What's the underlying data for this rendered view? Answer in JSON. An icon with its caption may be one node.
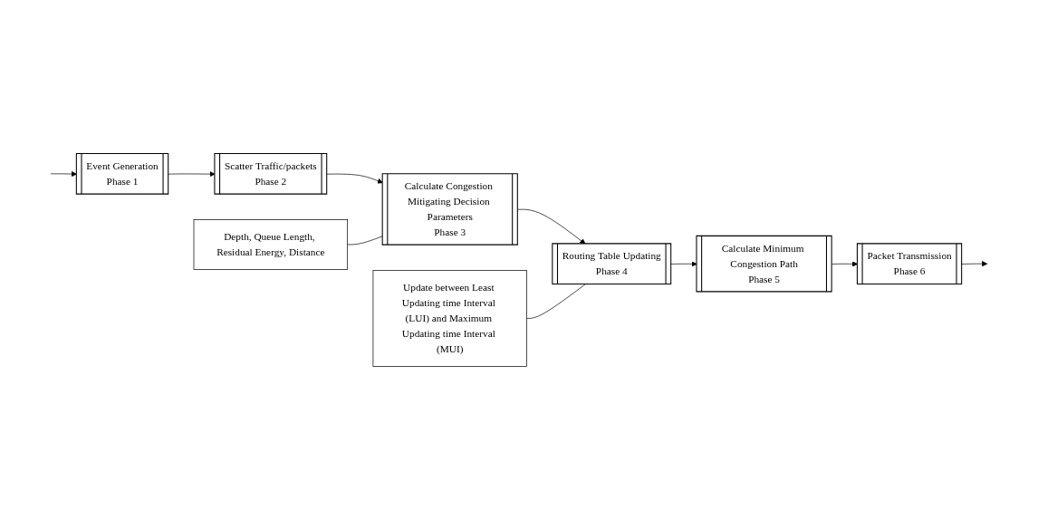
{
  "diagram": {
    "nodes": [
      {
        "text": [
          "Event Generation",
          "Phase 1"
        ]
      },
      {
        "text": [
          "Scatter Traffic/packets",
          "Phase 2"
        ]
      },
      {
        "text": [
          "Calculate Congestion Mitigating Decision Parameters",
          "Phase 3"
        ]
      },
      {
        "text": [
          "Routing Table Updating",
          "Phase 4"
        ]
      },
      {
        "text": [
          "Calculate Minimum Congestion Path",
          "Phase 5"
        ]
      },
      {
        "text": [
          "Packet Transmission",
          "Phase 6"
        ]
      },
      {
        "text": [
          "Depth, Queue Length, Residual Energy, Distance"
        ]
      },
      {
        "text": [
          "Update between Least Updating time Interval (LUI) and Maximum Updating time Interval (MUI)"
        ]
      }
    ],
    "edges": [
      {
        "from": null,
        "to": 0,
        "arrow": "to"
      },
      {
        "from": 0,
        "to": 1,
        "arrow": "to"
      },
      {
        "from": 1,
        "to": 2,
        "arrow": "to"
      },
      {
        "from": 2,
        "to": 3,
        "arrow": "to"
      },
      {
        "from": 3,
        "to": 4,
        "arrow": "to"
      },
      {
        "from": 4,
        "to": 5,
        "arrow": "to"
      },
      {
        "from": 5,
        "to": null,
        "arrow": "to"
      },
      {
        "from": 6,
        "to": 2,
        "arrow": "none"
      },
      {
        "from": 7,
        "to": 3,
        "arrow": "none"
      }
    ]
  }
}
